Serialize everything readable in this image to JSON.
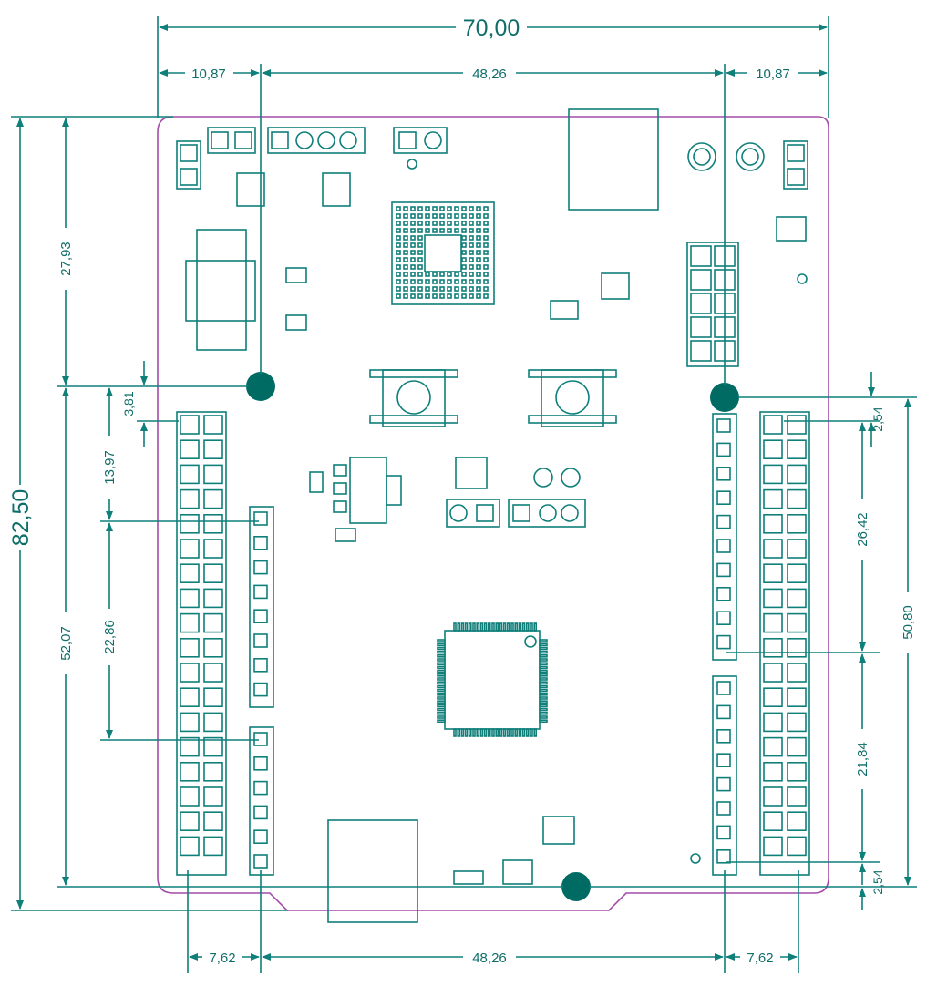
{
  "colors": {
    "outline": "#a44ca8",
    "dimension": "#0f7f7a",
    "holes": "#006b63",
    "background": "#ffffff"
  },
  "dimensions": {
    "overall_width": "70,00",
    "left_offset": "10,87",
    "hole_span_top": "48,26",
    "right_offset": "10,87",
    "overall_height": "82,50",
    "top_to_hole": "27,93",
    "left_inner_height": "52,07",
    "small_gap": "3,81",
    "header_offset": "13,97",
    "header_span": "22,86",
    "bottom_left_pitch": "7,62",
    "bottom_span": "48,26",
    "bottom_right_pitch": "7,62",
    "right_top_gap": "2,54",
    "right_header_a": "26,42",
    "right_total": "50,80",
    "right_header_b": "21,84",
    "right_bottom_gap": "2,54"
  }
}
